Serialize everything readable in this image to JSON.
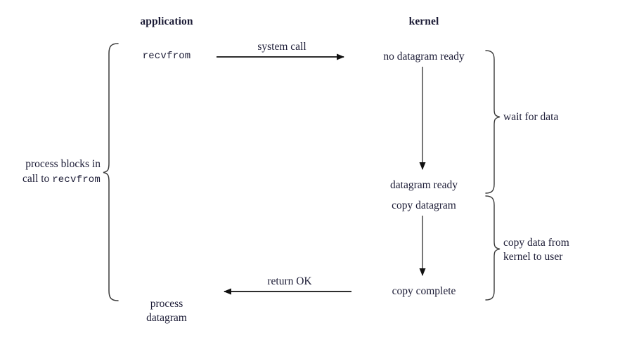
{
  "diagram": {
    "title_application": "application",
    "title_kernel": "kernel",
    "application_side": {
      "call_label": "recvfrom",
      "blocked_label_line1": "process blocks in",
      "blocked_label_line2_prefix": "call to ",
      "blocked_label_line2_mono": "recvfrom",
      "result_line1": "process",
      "result_line2": "datagram"
    },
    "kernel_side": {
      "state_1": "no datagram ready",
      "state_2": "datagram ready",
      "state_3": "copy datagram",
      "state_4": "copy complete"
    },
    "arrows": {
      "system_call": "system call",
      "return_ok": "return OK"
    },
    "braces": {
      "wait_for_data": "wait for data",
      "copy_data_line1": "copy data from",
      "copy_data_line2": "kernel to user"
    },
    "colors": {
      "ink": "#1c1c36",
      "stroke": "#3a3a3a",
      "background": "#ffffff"
    }
  }
}
